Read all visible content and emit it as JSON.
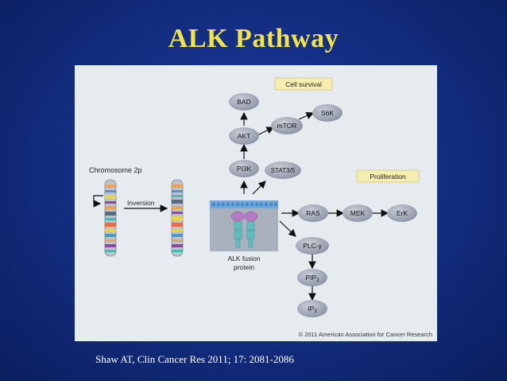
{
  "slide": {
    "title": "ALK Pathway",
    "citation": "Shaw AT, Clin Cancer Res 2011; 17: 2081-2086"
  },
  "figure": {
    "chromosome_label": "Chromosome 2p",
    "inversion_label": "Inversion",
    "fusion_label_line1": "ALK fusion",
    "fusion_label_line2": "protein",
    "cell_survival_label": "Cell survival",
    "proliferation_label": "Proliferation",
    "copyright": "© 2011 American Association for Cancer Research",
    "nodes": {
      "bad": "BAD",
      "akt": "AKT",
      "pi3k": "PI3K",
      "mtor": "mTOR",
      "s6k": "S6K",
      "stat": "STAT3/5",
      "ras": "RAS",
      "mek": "MEK",
      "erk": "ErK",
      "plc": "PLC-γ",
      "pip2_base": "PIP",
      "pip2_sub": "2",
      "ip3_base": "IP",
      "ip3_sub": "3"
    },
    "colors": {
      "background": "#e6ebf0",
      "node_fill": "#9da4b4",
      "label_box": "#f6edb0",
      "membrane": "#6fa7d8",
      "cytoplasm": "#a9b1bd",
      "receptor_purple": "#b57ac4",
      "receptor_teal": "#62bfc0"
    }
  }
}
